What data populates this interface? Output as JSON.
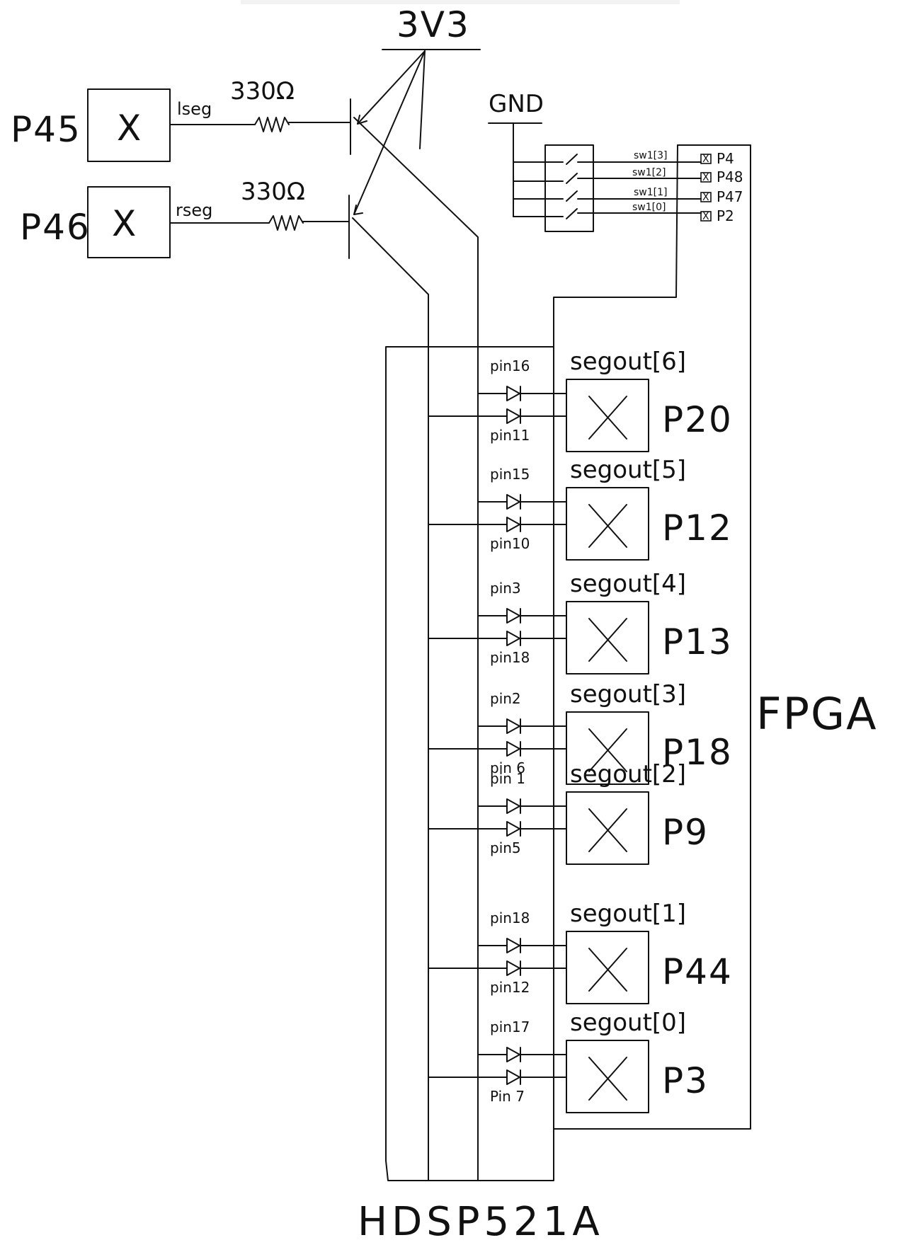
{
  "supply": {
    "rail": "3V3",
    "ground": "GND"
  },
  "transistors": [
    {
      "pin": "P45",
      "signal": "lseg",
      "resistor": "330Ω"
    },
    {
      "pin": "P46",
      "signal": "rseg",
      "resistor": "330Ω"
    }
  ],
  "dip_switch": [
    {
      "signal": "sw1[3]",
      "pin": "P4"
    },
    {
      "signal": "sw1[2]",
      "pin": "P48"
    },
    {
      "signal": "sw1[1]",
      "pin": "P47"
    },
    {
      "signal": "sw1[0]",
      "pin": "P2"
    }
  ],
  "segments": [
    {
      "label": "segout[6]",
      "pin": "P20",
      "display_pin_a": "pin16",
      "display_pin_b": "pin11"
    },
    {
      "label": "segout[5]",
      "pin": "P12",
      "display_pin_a": "pin15",
      "display_pin_b": "pin10"
    },
    {
      "label": "segout[4]",
      "pin": "P13",
      "display_pin_a": "pin3",
      "display_pin_b": "pin18"
    },
    {
      "label": "segout[3]",
      "pin": "P18",
      "display_pin_a": "pin2",
      "display_pin_b": "pin 6"
    },
    {
      "label": "segout[2]",
      "pin": "P9",
      "display_pin_a": "pin 1",
      "display_pin_b": "pin5"
    },
    {
      "label": "segout[1]",
      "pin": "P44",
      "display_pin_a": "pin18",
      "display_pin_b": "pin12"
    },
    {
      "label": "segout[0]",
      "pin": "P3",
      "display_pin_a": "pin17",
      "display_pin_b": "Pin 7"
    }
  ],
  "blocks": {
    "fpga": "FPGA",
    "display": "HDSP521A"
  },
  "marker": "X"
}
